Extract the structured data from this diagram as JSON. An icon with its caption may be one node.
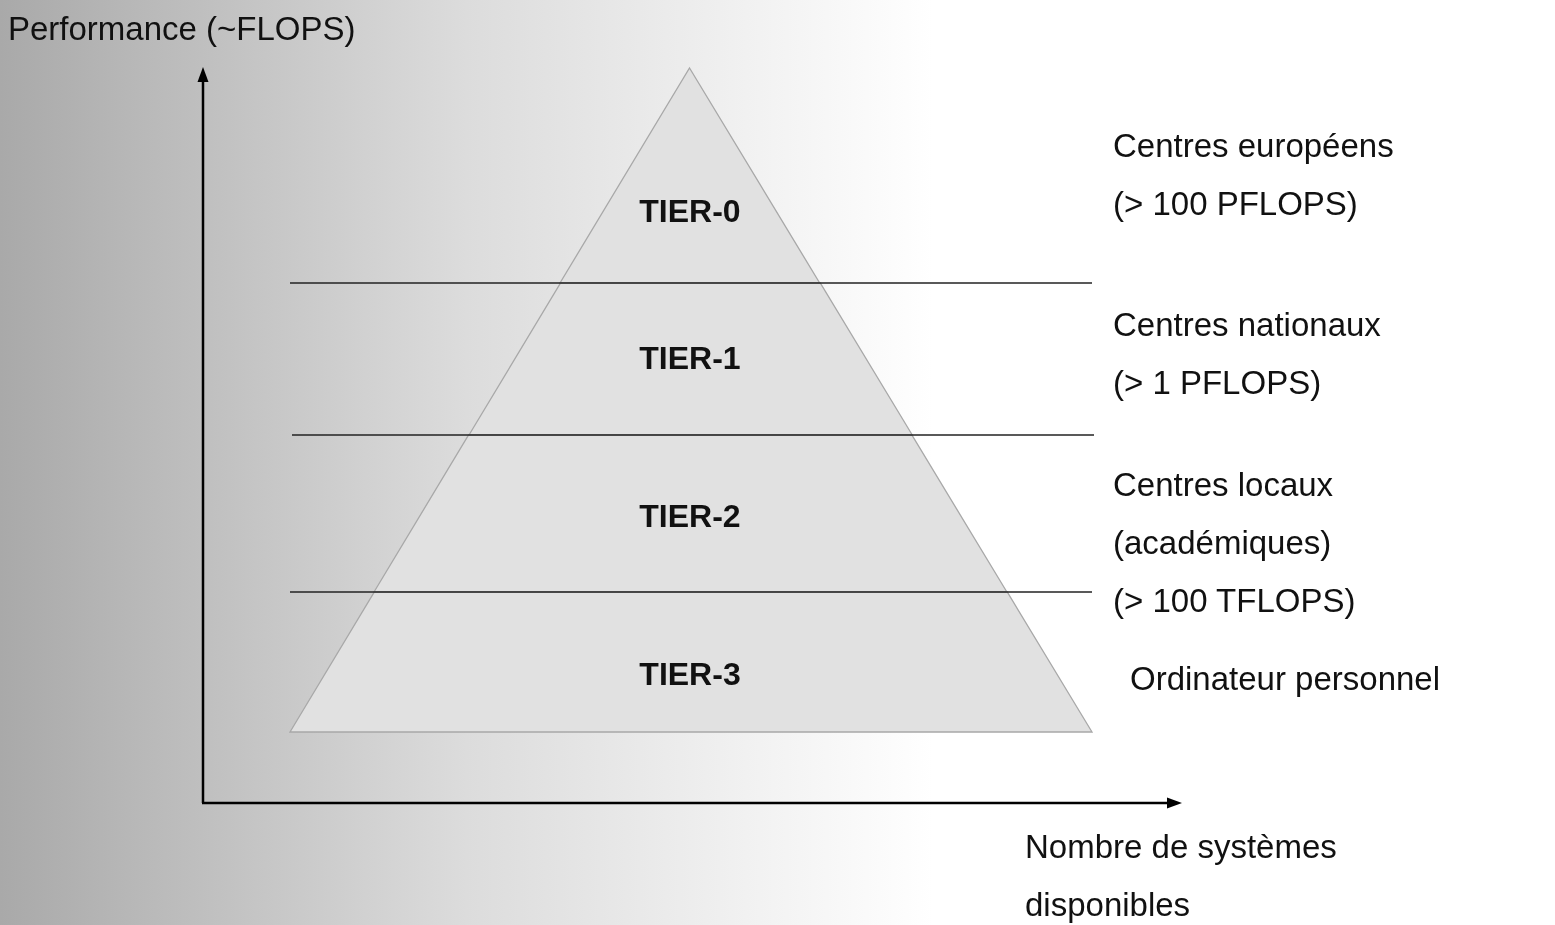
{
  "diagram": {
    "nodes": [
      {
        "text": [
          "TIER-0"
        ],
        "beside": [
          "Centres européens",
          "(> 100 PFLOPS)"
        ]
      },
      {
        "text": [
          "TIER-1"
        ],
        "beside": [
          "Centres nationaux",
          "(> 1 PFLOPS)"
        ]
      },
      {
        "text": [
          "TIER-2"
        ],
        "beside": [
          "Centres locaux (académiques)",
          "(> 100 TFLOPS)"
        ]
      },
      {
        "text": [
          "TIER-3"
        ],
        "beside": [
          "Ordinateur personnel"
        ]
      }
    ],
    "labels": [
      "Performance (~FLOPS)",
      "Nombre de systèmes disponibles"
    ]
  }
}
